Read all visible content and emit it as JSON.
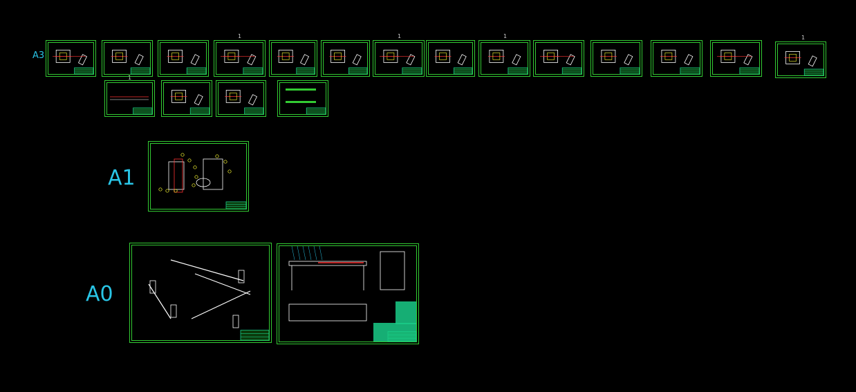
{
  "labels": {
    "a3": "A3",
    "a1": "A1",
    "a0": "A0"
  },
  "sheet_numbers": [
    "1",
    "1",
    "1",
    "1",
    "1"
  ],
  "colors": {
    "border": "#33cc33",
    "label": "#29c5e6",
    "title_block": "#1acc88",
    "drawing_red": "#ff3333",
    "drawing_yellow": "#ffff33",
    "drawing_white": "#ffffff"
  }
}
